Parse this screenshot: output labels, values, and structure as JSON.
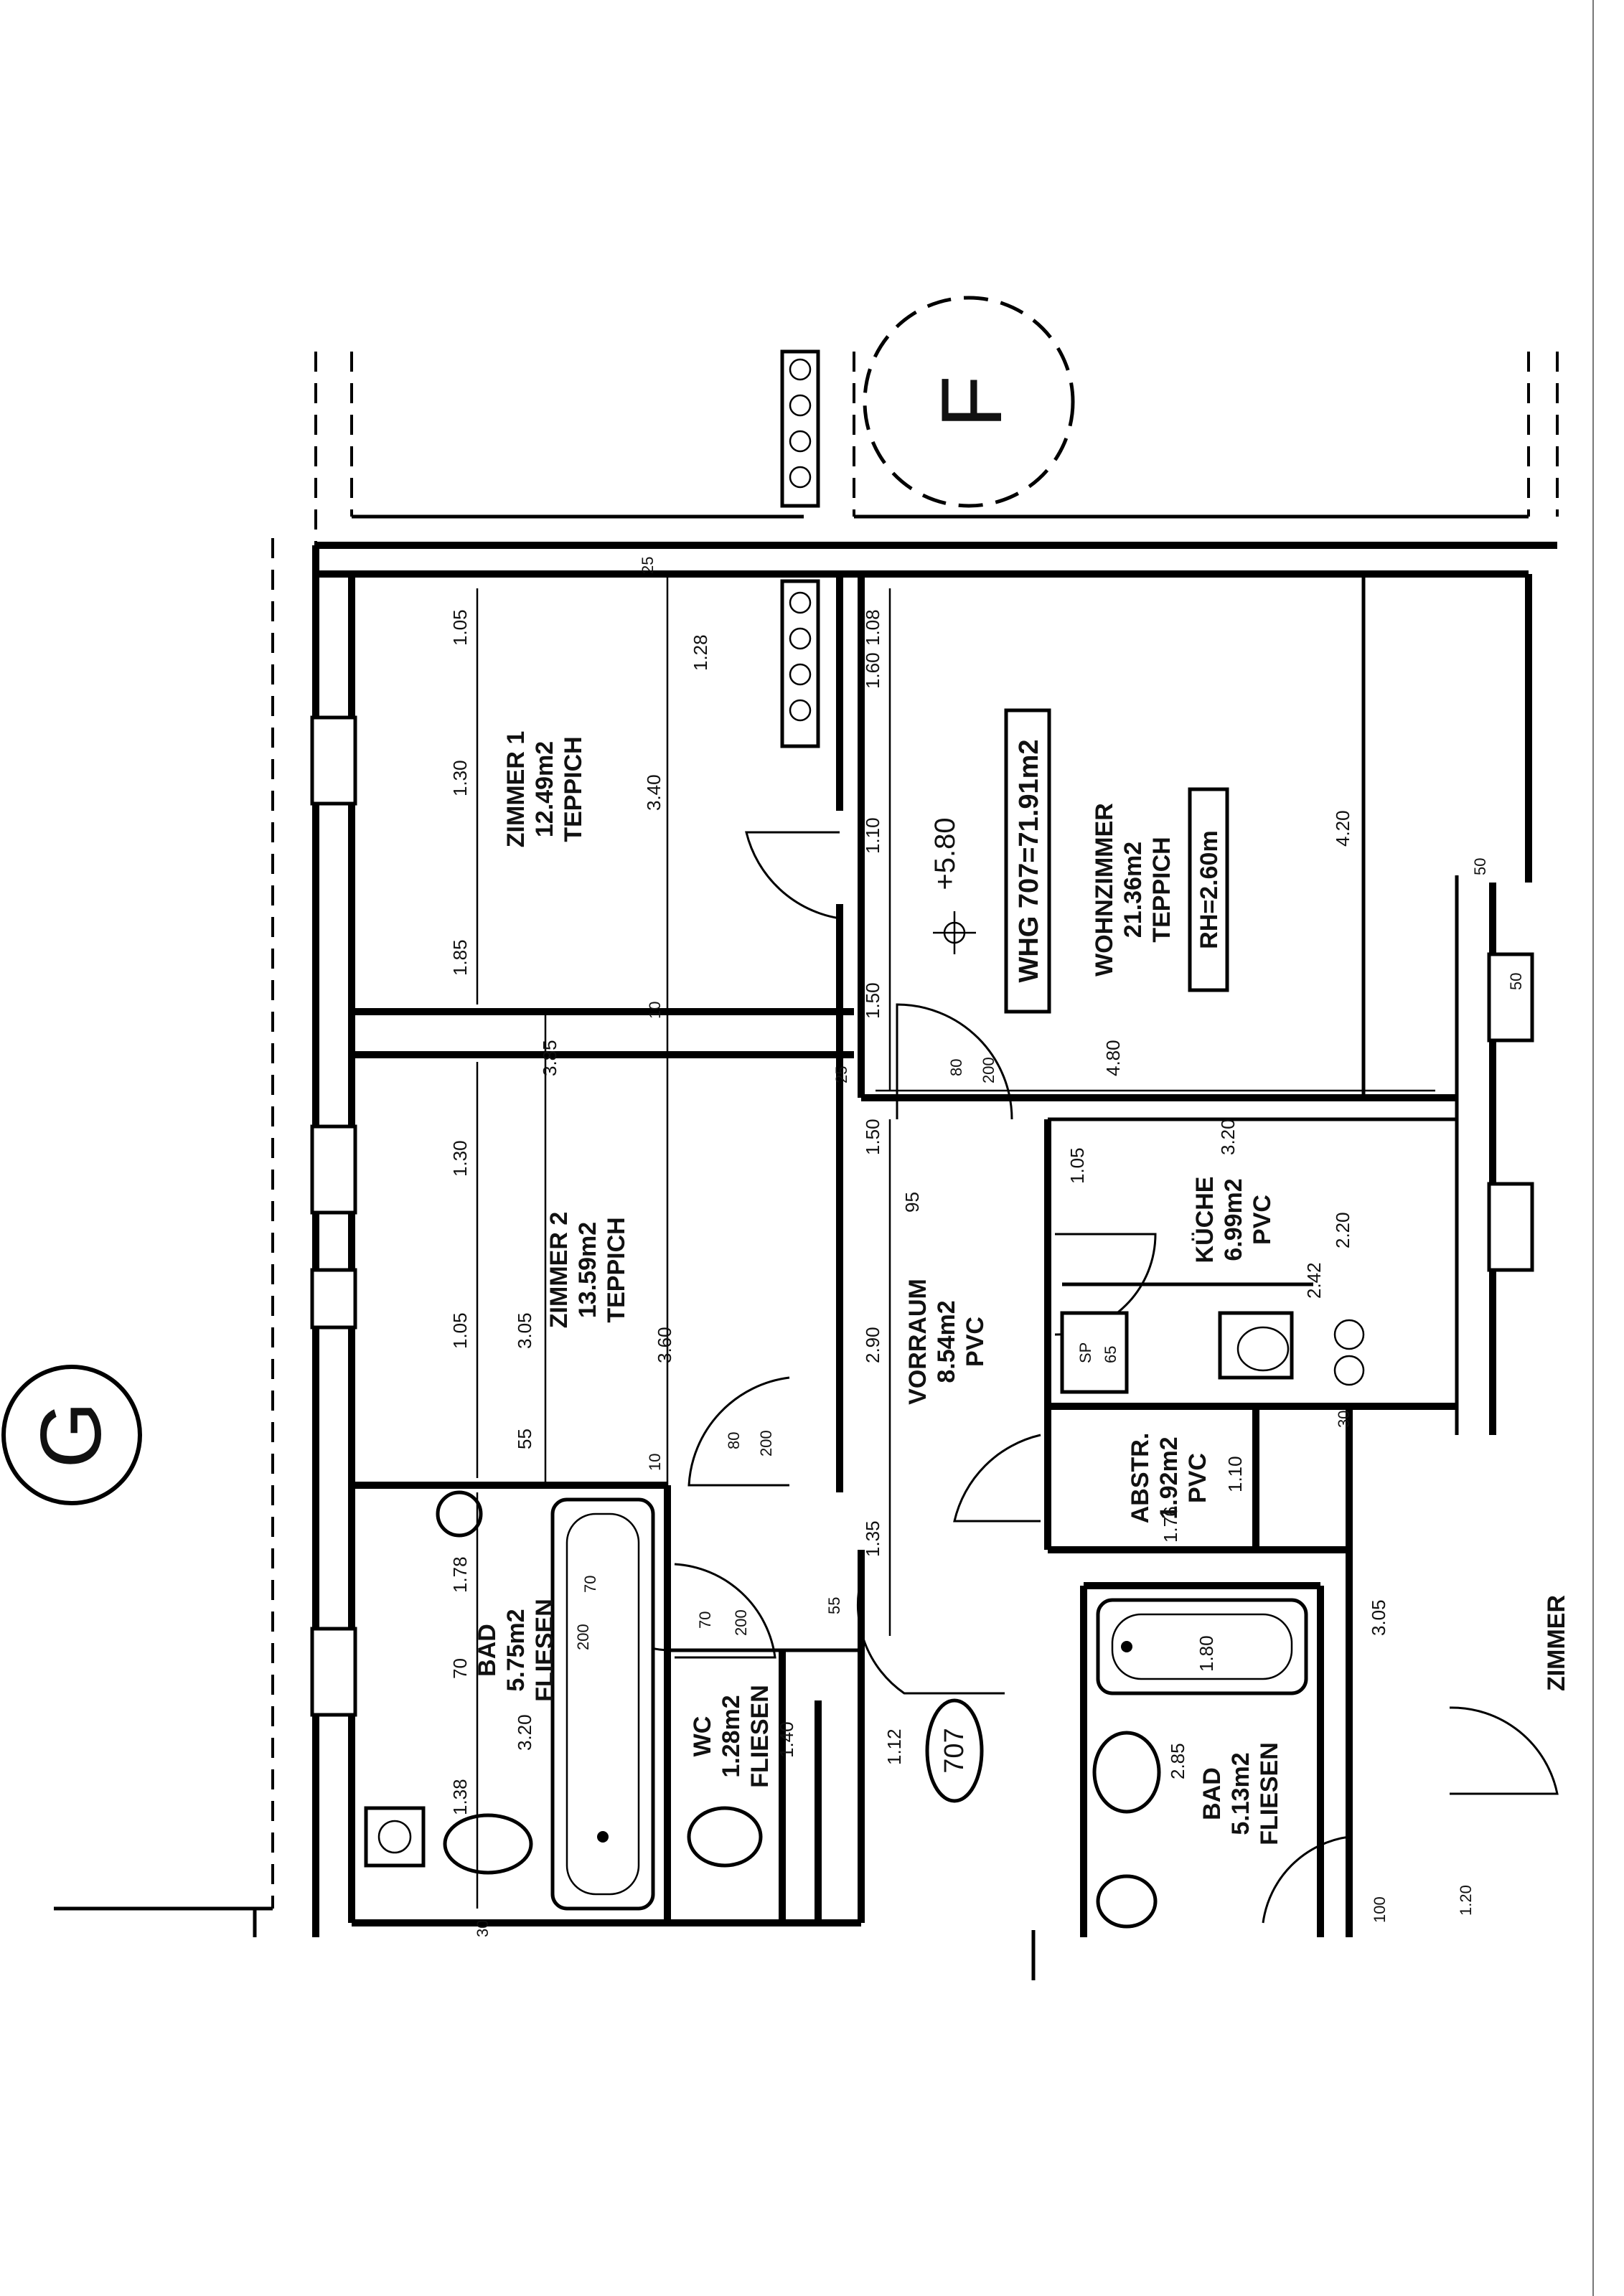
{
  "markers": {
    "f": "F",
    "g": "G"
  },
  "apartment": {
    "label": "WHG 707=71.91m2",
    "height": "RH=2.60m",
    "elevation": "+5.80",
    "door_tag": "707"
  },
  "rooms": {
    "zimmer1": {
      "name": "ZIMMER 1",
      "area": "12.49m2",
      "floor": "TEPPICH"
    },
    "zimmer2": {
      "name": "ZIMMER 2",
      "area": "13.59m2",
      "floor": "TEPPICH"
    },
    "wohnzimmer": {
      "name": "WOHNZIMMER",
      "area": "21.36m2",
      "floor": "TEPPICH"
    },
    "vorraum": {
      "name": "VORRAUM",
      "area": "8.54m2",
      "floor": "PVC"
    },
    "kueche": {
      "name": "KÜCHE",
      "area": "6.99m2",
      "floor": "PVC"
    },
    "abstr": {
      "name": "ABSTR.",
      "area": "1.92m2",
      "floor": "PVC"
    },
    "bad1": {
      "name": "BAD",
      "area": "5.75m2",
      "floor": "FLIESEN"
    },
    "wc": {
      "name": "WC",
      "area": "1.28m2",
      "floor": "FLIESEN"
    },
    "bad2": {
      "name": "BAD",
      "area": "5.13m2",
      "floor": "FLIESEN"
    },
    "zimmer3": {
      "name": "ZIMMER"
    }
  },
  "dimensions": {
    "z1_a": "1.05",
    "z1_b": "1.30",
    "z1_c": "1.85",
    "z1_d": "3.40",
    "z1_e": "1.28",
    "z2_a": "1.30",
    "z2_b": "1.05",
    "z2_c": "3.05",
    "z2_d": "3.85",
    "z2_e": "3.60",
    "z2_f": "55",
    "bad_a": "1.78",
    "bad_b": "70",
    "bad_c": "3.20",
    "bad_d": "1.38",
    "v_a": "2.90",
    "v_b": "1.35",
    "v_c": "1.50",
    "v_d": "95",
    "w_a": "4.80",
    "w_b": "4.20",
    "w_c": "1.10",
    "w_d": "1.50",
    "w_e": "1.60",
    "w_f": "1.08",
    "k_a": "3.20",
    "k_b": "2.20",
    "k_c": "1.05",
    "k_d": "2.42",
    "ab_a": "1.76",
    "ab_b": "1.10",
    "b2_a": "1.80",
    "b2_b": "2.85",
    "b2_c": "3.05",
    "wc_a": "1.12",
    "wc_b": "1.40",
    "d80": "80",
    "d200": "200",
    "d70": "70",
    "d10": "10",
    "d25": "25",
    "d50": "50",
    "d30": "30",
    "d55": "55",
    "d100": "100",
    "d120": "1.20",
    "sp": "SP",
    "sp65": "65"
  }
}
